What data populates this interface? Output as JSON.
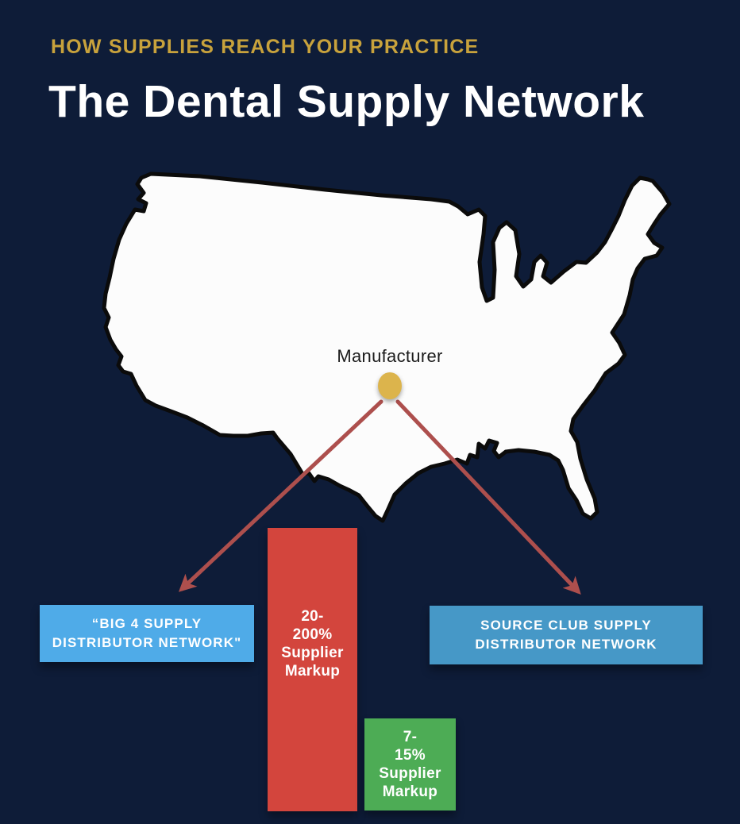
{
  "palette": {
    "background": "#0e1c38",
    "kicker_gold": "#c8a23c",
    "title_white": "#ffffff",
    "map_fill": "#fcfcfc",
    "map_stroke": "#0b0b0b",
    "arrow_red": "#ad4f4d",
    "manufacturer_dot_gold": "#dcb44c",
    "big4_box_blue": "#4fabe8",
    "source_club_box_blue": "#4698c7",
    "big4_markup_red": "#d3453d",
    "source_club_markup_green": "#4dac55"
  },
  "header": {
    "kicker": "HOW SUPPLIES REACH YOUR PRACTICE",
    "title": "The Dental Supply Network"
  },
  "diagram": {
    "origin_label": "Manufacturer",
    "map_name": "united-states-outline",
    "branches": [
      {
        "name": "big4",
        "box_label": "“BIG 4 SUPPLY\nDISTRIBUTOR NETWORK\"",
        "markup_label": "20-\n200%\nSupplier\nMarkup",
        "markup_range_pct": [
          20,
          200
        ]
      },
      {
        "name": "source_club",
        "box_label": "SOURCE CLUB SUPPLY\nDISTRIBUTOR NETWORK",
        "markup_label": "7-\n15%\nSupplier\nMarkup",
        "markup_range_pct": [
          7,
          15
        ]
      }
    ]
  }
}
